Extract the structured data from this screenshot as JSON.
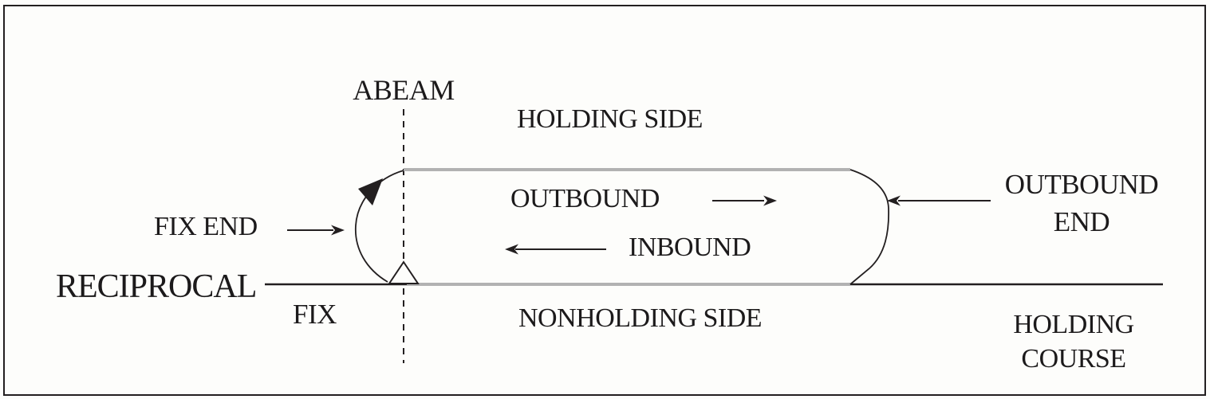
{
  "labels": {
    "abeam": "ABEAM",
    "holding_side": "HOLDING SIDE",
    "outbound": "OUTBOUND",
    "inbound": "INBOUND",
    "fix_end": "FIX END",
    "outbound_end_line1": "OUTBOUND",
    "outbound_end_line2": "END",
    "reciprocal": "RECIPROCAL",
    "fix": "FIX",
    "nonholding_side": "NONHOLDING SIDE",
    "holding_course_line1": "HOLDING",
    "holding_course_line2": "COURSE"
  },
  "colors": {
    "ink": "#231f20",
    "text": "#1c1a1b",
    "track_gray": "#b2b2b2",
    "background": "#fdfdfb"
  }
}
